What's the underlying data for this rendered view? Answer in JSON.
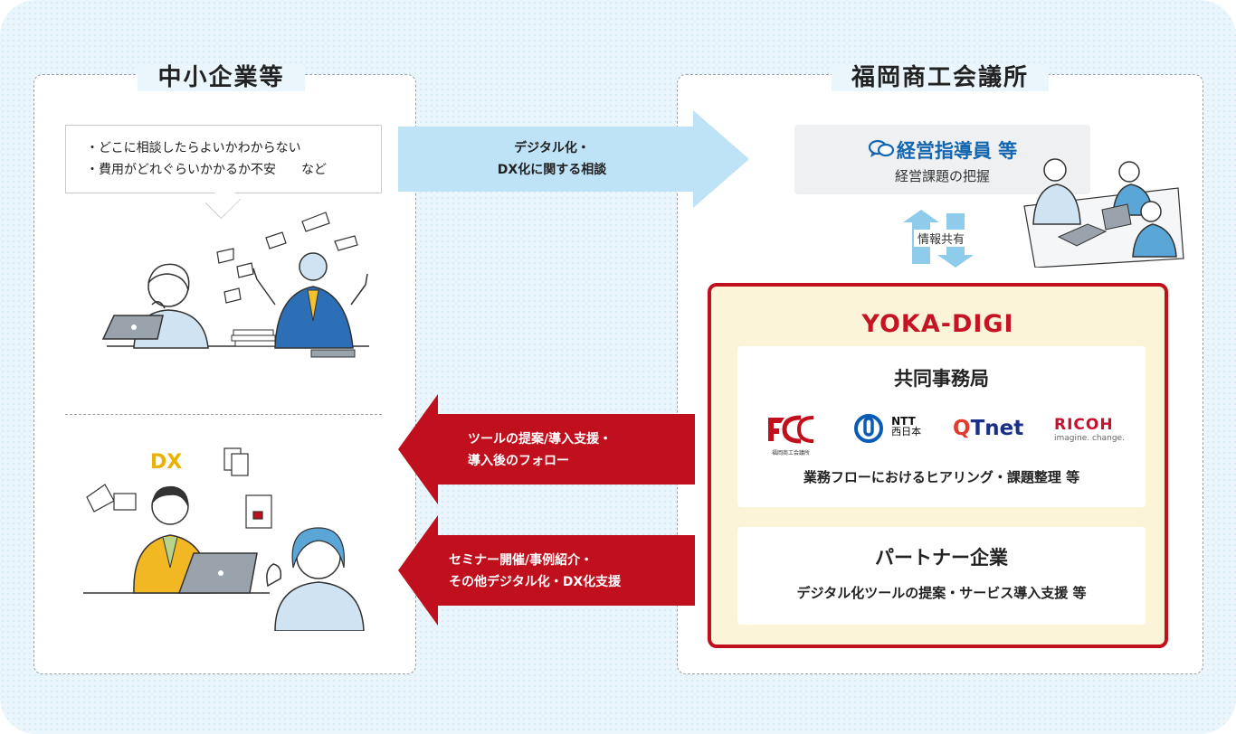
{
  "left_panel": {
    "title": "中小企業等",
    "concerns": [
      "・どこに相談したらよいかわからない",
      "・費用がどれぐらいかかるか不安　　など"
    ],
    "dx_label": "DX"
  },
  "right_panel": {
    "title": "福岡商工会議所",
    "manager": {
      "title": "経営指導員 等",
      "subtitle": "経営課題の把握"
    },
    "info_share": "情報共有",
    "yoka_digi": {
      "title": "YOKA-DIGI",
      "secretariat": {
        "title": "共同事務局",
        "logos": [
          {
            "name": "FCCI",
            "sub": "福岡商工会議所"
          },
          {
            "name": "NTT",
            "sub": "西日本"
          },
          {
            "name": "QTnet"
          },
          {
            "name": "RICOH",
            "sub": "imagine. change."
          }
        ],
        "description": "業務フローにおけるヒアリング・課題整理 等"
      },
      "partner": {
        "title": "パートナー企業",
        "description": "デジタル化ツールの提案・サービス導入支援 等"
      }
    }
  },
  "arrows": {
    "consult": [
      "デジタル化・",
      "DX化に関する相談"
    ],
    "tools": [
      "ツールの提案/導入支援・",
      "導入後のフォロー"
    ],
    "seminar": [
      "セミナー開催/事例紹介・",
      "その他デジタル化・DX化支援"
    ]
  },
  "colors": {
    "accent_red": "#c0101e",
    "arrow_blue": "#bfe3f6",
    "manager_blue": "#1566b0",
    "yoka_bg": "#fbf4d9"
  }
}
